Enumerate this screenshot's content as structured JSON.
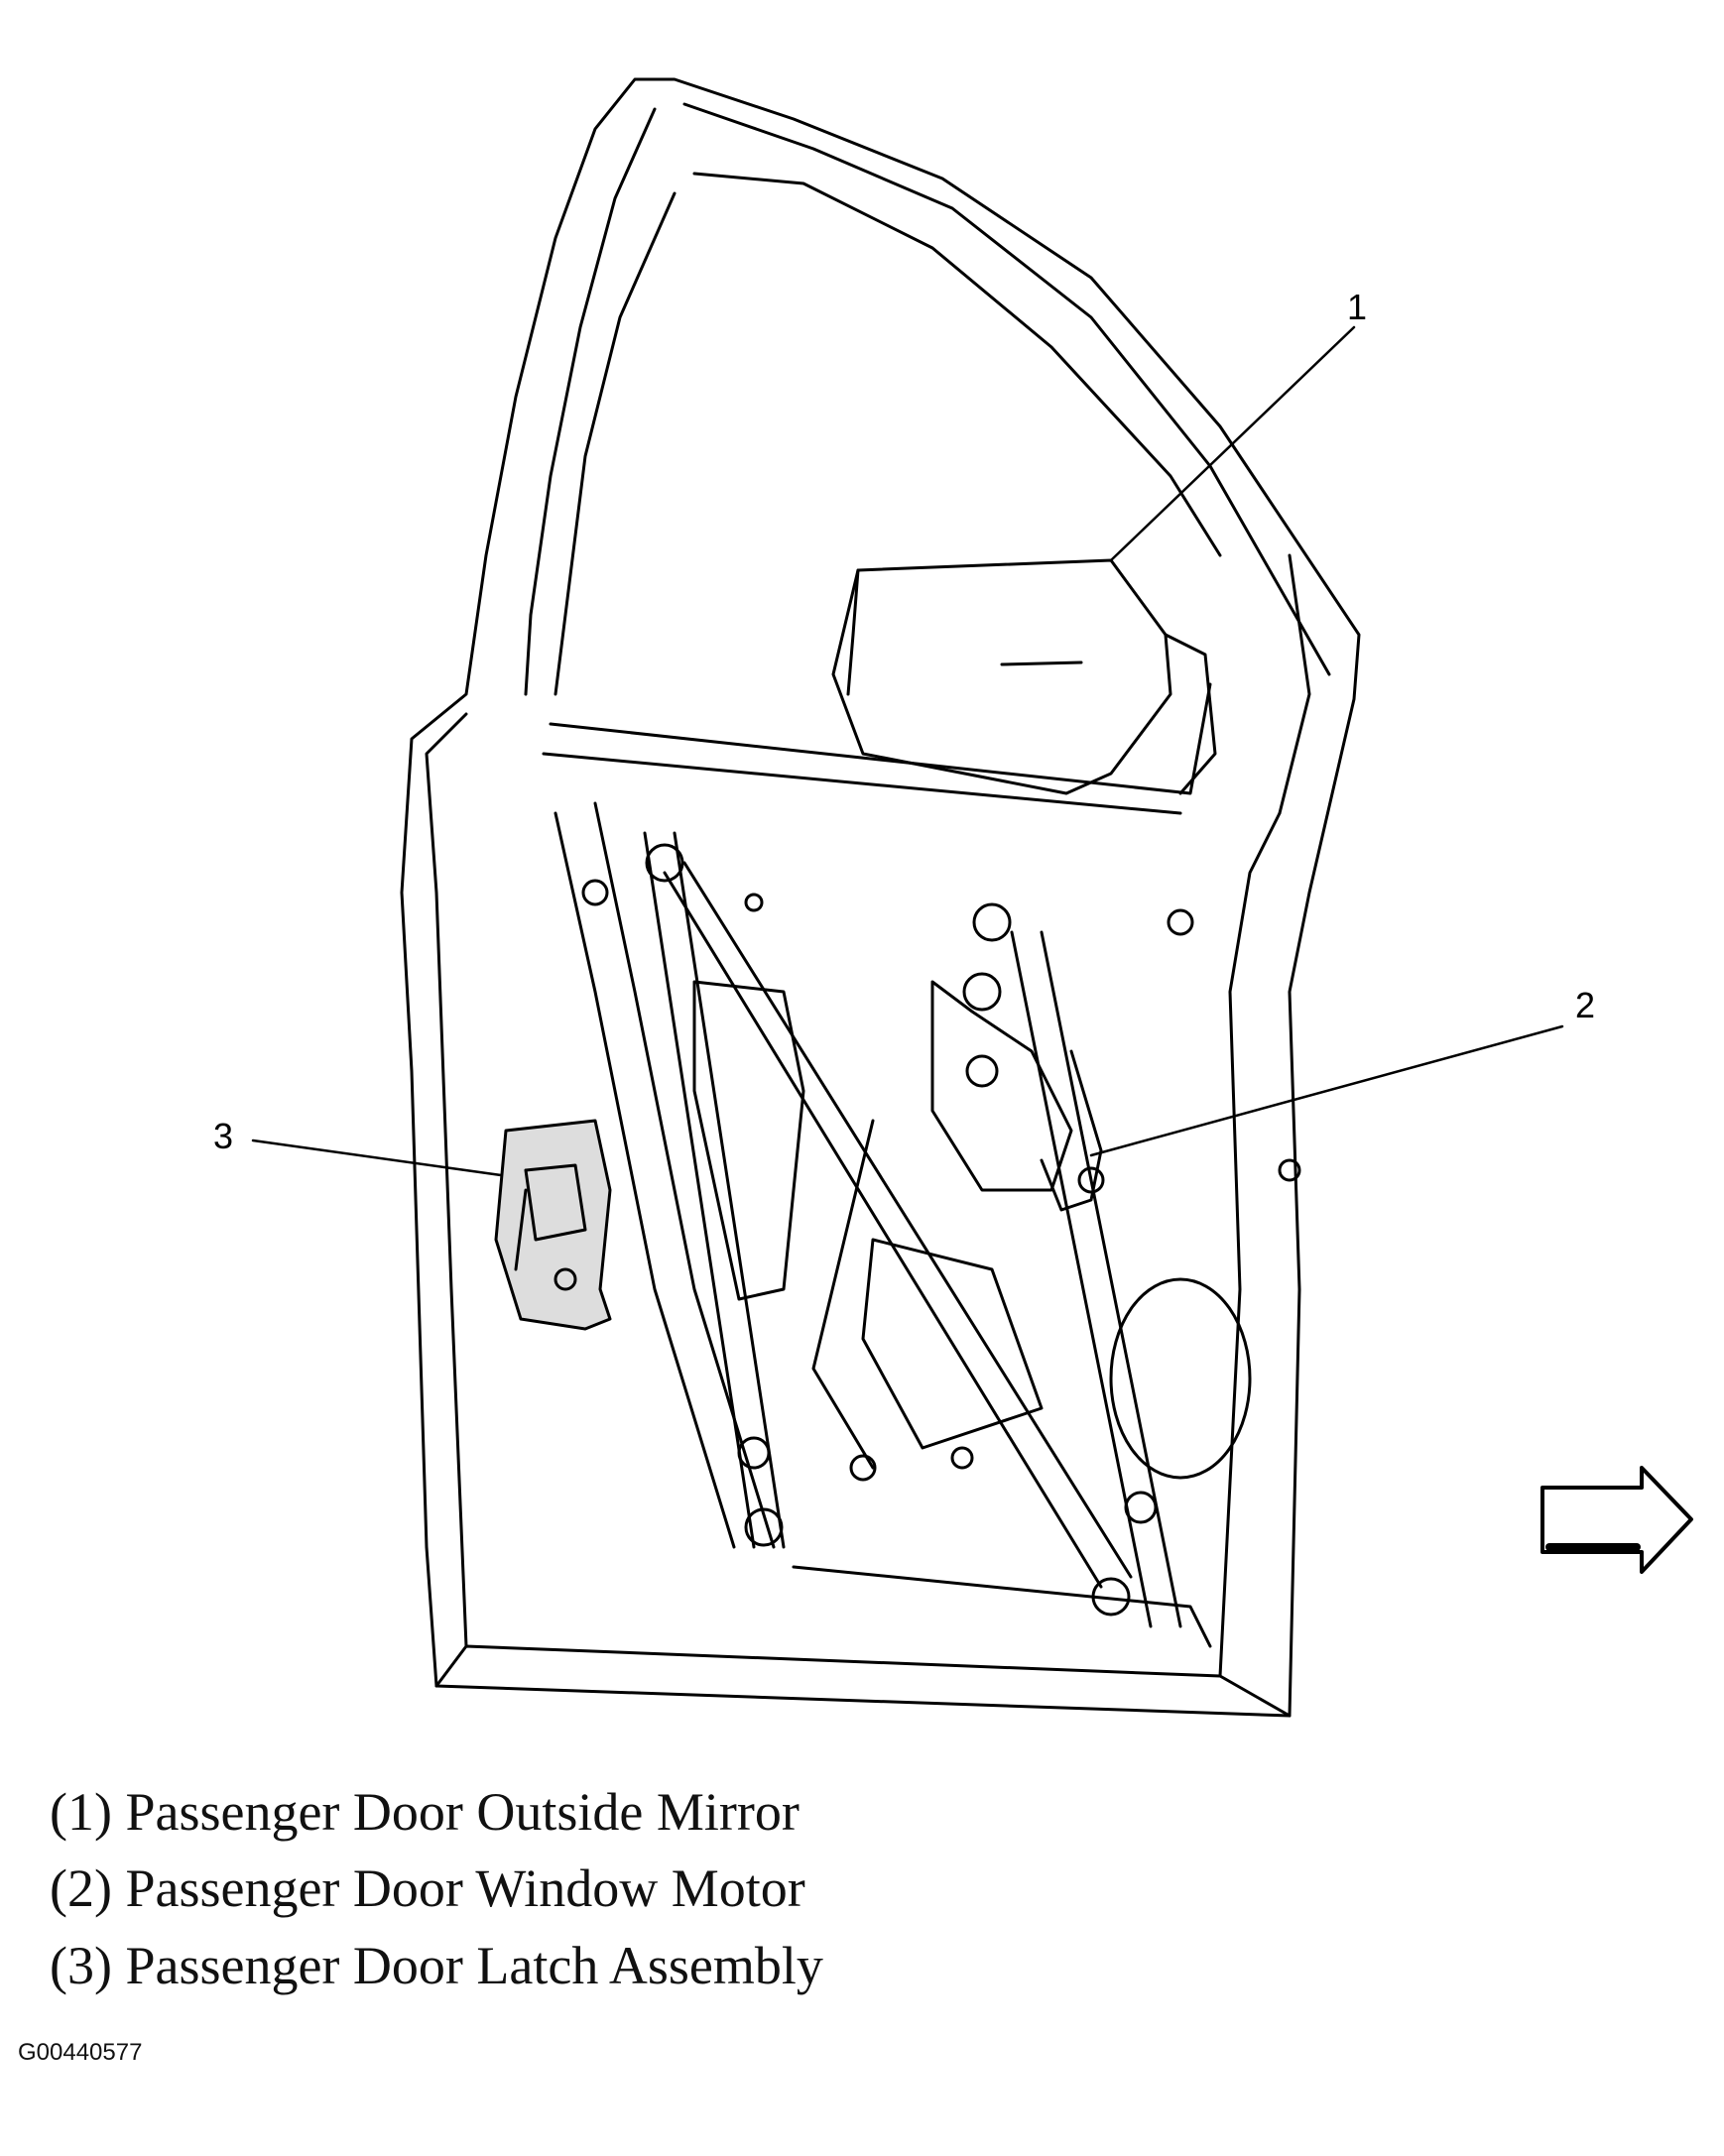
{
  "callouts": [
    {
      "number": "1",
      "label": "(1) Passenger Door Outside Mirror"
    },
    {
      "number": "2",
      "label": "(2) Passenger Door Window Motor"
    },
    {
      "number": "3",
      "label": "(3) Passenger Door Latch Assembly"
    }
  ],
  "figure_id": "G00440577",
  "icons": {
    "direction": "outline-arrow-right-icon"
  },
  "colors": {
    "line": "#000000",
    "background": "#ffffff"
  }
}
